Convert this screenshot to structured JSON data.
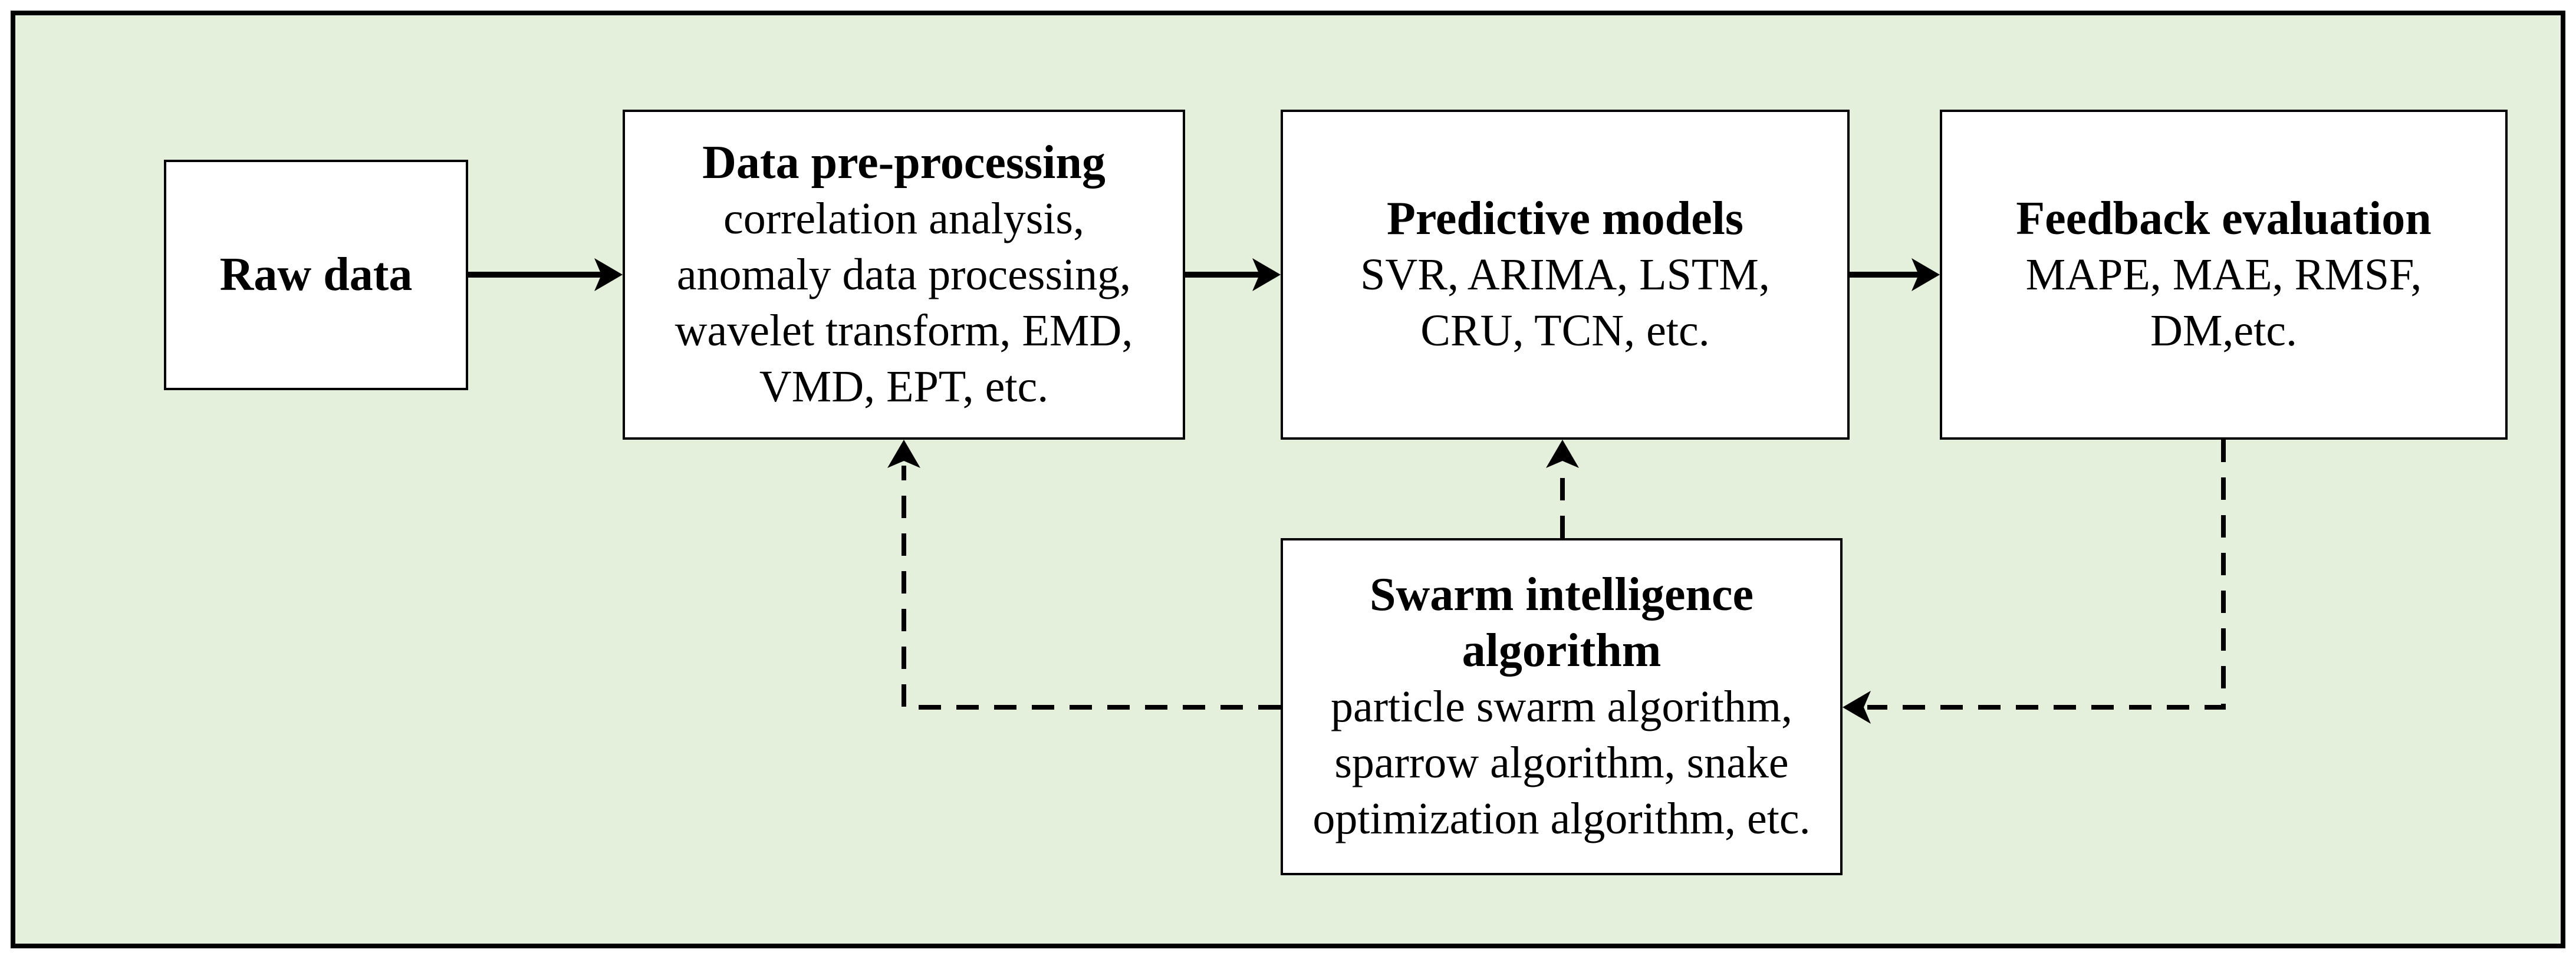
{
  "figure": {
    "background_color": "#e4efdc",
    "outer_background": "#ffffff",
    "border_color": "#000000",
    "box_fill": "#ffffff",
    "line_color": "#000000"
  },
  "boxes": {
    "raw": {
      "title": "Raw data"
    },
    "pre": {
      "title": "Data pre-processing",
      "lines": [
        "correlation analysis,",
        "anomaly data processing,",
        "wavelet transform, EMD,",
        "VMD, EPT, etc."
      ]
    },
    "models": {
      "title": "Predictive models",
      "lines": [
        "SVR, ARIMA, LSTM,",
        "CRU, TCN, etc."
      ]
    },
    "feedback": {
      "title": "Feedback evaluation",
      "lines": [
        "MAPE, MAE, RMSF,",
        "DM,etc."
      ]
    },
    "swarm": {
      "title_lines": [
        "Swarm intelligence",
        "algorithm"
      ],
      "lines": [
        "particle swarm algorithm,",
        "sparrow algorithm, snake",
        "optimization algorithm, etc."
      ]
    }
  },
  "edges": [
    {
      "from": "Raw data",
      "to": "Data pre-processing",
      "style": "solid"
    },
    {
      "from": "Data pre-processing",
      "to": "Predictive models",
      "style": "solid"
    },
    {
      "from": "Predictive models",
      "to": "Feedback evaluation",
      "style": "solid"
    },
    {
      "from": "Feedback evaluation",
      "to": "Swarm intelligence algorithm",
      "style": "dashed"
    },
    {
      "from": "Swarm intelligence algorithm",
      "to": "Predictive models",
      "style": "dashed"
    },
    {
      "from": "Swarm intelligence algorithm",
      "to": "Data pre-processing",
      "style": "dashed"
    }
  ]
}
